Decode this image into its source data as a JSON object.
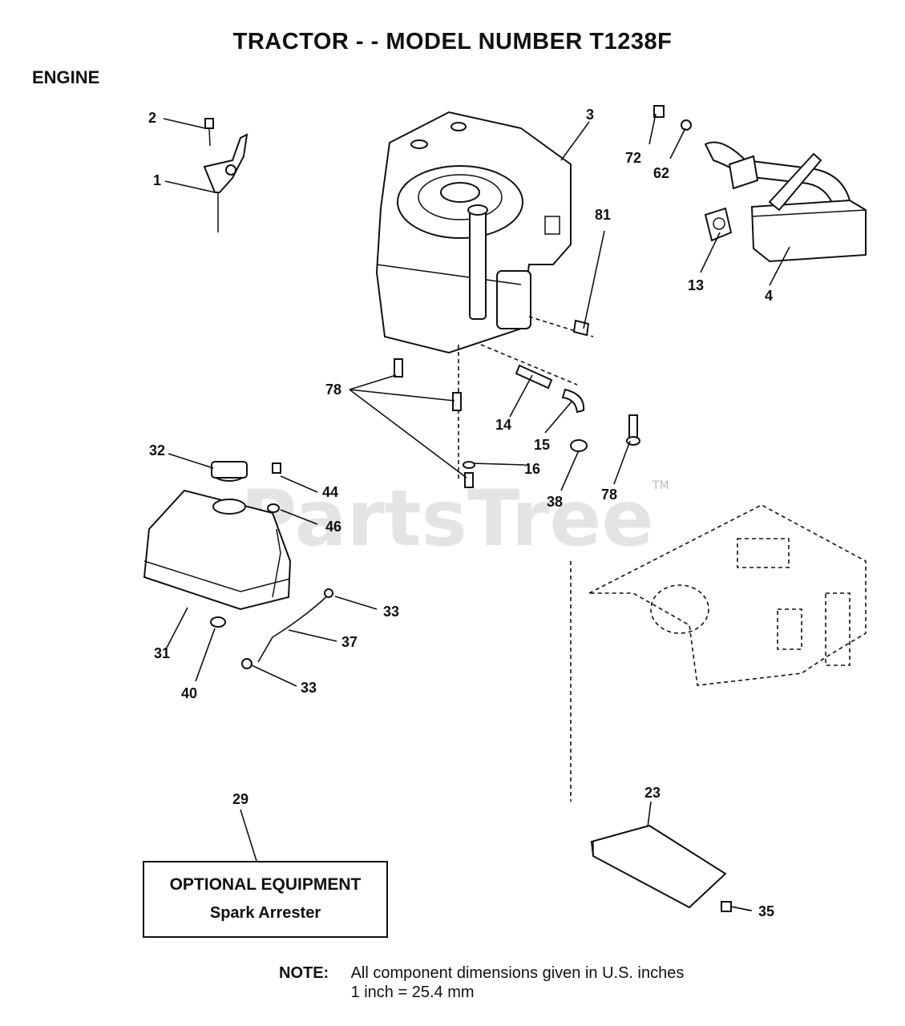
{
  "header": {
    "title": "TRACTOR - - MODEL NUMBER T1238F",
    "section": "ENGINE"
  },
  "watermark": {
    "text": "PartsTree",
    "tm": "TM"
  },
  "callouts": {
    "c1": "1",
    "c2": "2",
    "c3": "3",
    "c4": "4",
    "c13": "13",
    "c14": "14",
    "c15": "15",
    "c16": "16",
    "c23": "23",
    "c29": "29",
    "c31": "31",
    "c32": "32",
    "c33a": "33",
    "c33b": "33",
    "c35": "35",
    "c37": "37",
    "c38": "38",
    "c40": "40",
    "c44": "44",
    "c46": "46",
    "c62": "62",
    "c72": "72",
    "c78a": "78",
    "c78b": "78",
    "c81": "81"
  },
  "optional": {
    "title": "OPTIONAL EQUIPMENT",
    "item": "Spark Arrester"
  },
  "note": {
    "label": "NOTE:",
    "line1": "All component dimensions given in U.S. inches",
    "line2": "1 inch = 25.4 mm"
  }
}
